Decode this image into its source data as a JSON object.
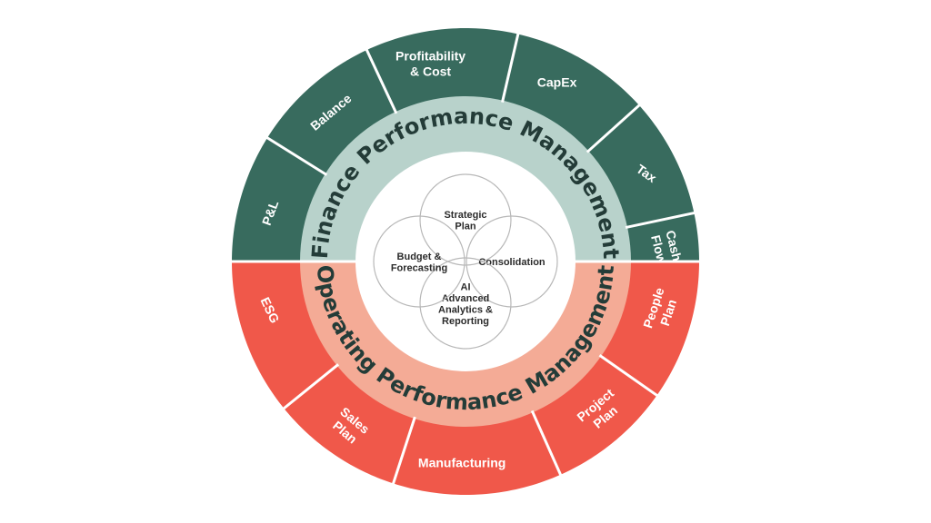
{
  "colors": {
    "finance_segment": "#386b5e",
    "finance_band": "#b8d2cb",
    "operating_segment": "#f0584a",
    "operating_band": "#f4ab96",
    "center": "#ffffff",
    "divider": "#ffffff",
    "title_text": "#243c38",
    "circle_stroke": "#b8b8b8"
  },
  "outer_ring": {
    "finance_segments": [
      {
        "lines": [
          "P&L"
        ]
      },
      {
        "lines": [
          "Balance"
        ]
      },
      {
        "lines": [
          "Profitability",
          "& Cost"
        ]
      },
      {
        "lines": [
          "CapEx"
        ]
      },
      {
        "lines": [
          "Tax"
        ]
      },
      {
        "lines": [
          "Cash",
          "Flow"
        ]
      }
    ],
    "operating_segments": [
      {
        "lines": [
          "People",
          "Plan"
        ]
      },
      {
        "lines": [
          "Project",
          "Plan"
        ]
      },
      {
        "lines": [
          "Manufacturing"
        ]
      },
      {
        "lines": [
          "Sales",
          "Plan"
        ]
      },
      {
        "lines": [
          "ESG"
        ]
      }
    ]
  },
  "middle_ring": {
    "finance_title": "Finance Performance Management",
    "operating_title": "Operating Performance Management"
  },
  "center": {
    "circles": [
      {
        "lines": [
          "Strategic",
          "Plan"
        ]
      },
      {
        "lines": [
          "Consolidation"
        ]
      },
      {
        "lines": [
          "AI",
          "Advanced",
          "Analytics &",
          "Reporting"
        ]
      },
      {
        "lines": [
          "Budget &",
          "Forecasting"
        ]
      }
    ]
  }
}
